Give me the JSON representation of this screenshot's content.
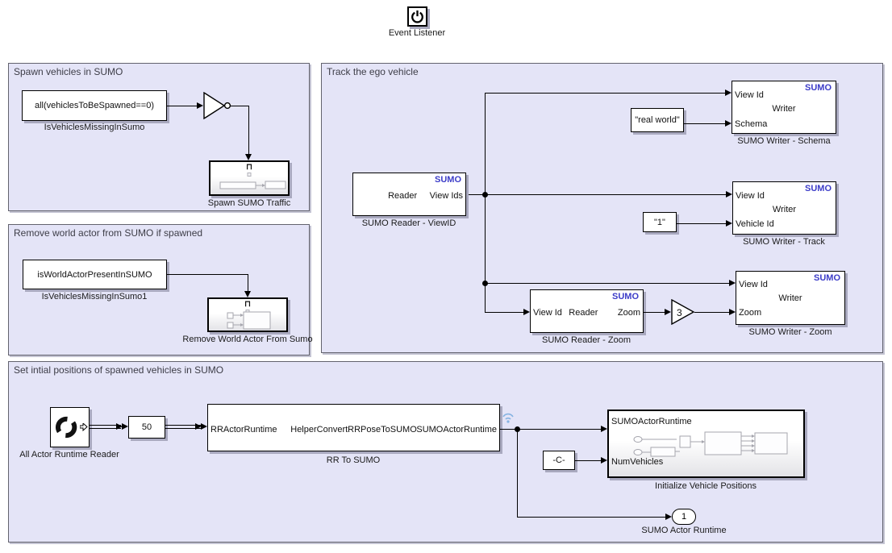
{
  "colors": {
    "section_bg": "#e4e4f7",
    "section_border": "#63636e",
    "sumo_blue": "#3c3cc8",
    "wire": "#000000",
    "block_bg": "#ffffff",
    "logging_badge_blue": "#86b3e2"
  },
  "event_listener": {
    "label": "Event Listener"
  },
  "sections": {
    "spawn": {
      "title": "Spawn vehicles in SUMO"
    },
    "remove": {
      "title": "Remove world actor from SUMO if spawned"
    },
    "track": {
      "title": "Track the ego vehicle"
    },
    "init": {
      "title": "Set intial positions of spawned vehicles in SUMO"
    }
  },
  "blocks": {
    "trigger_glyph": "⊓",
    "is_vehicles_missing": {
      "text": "all(vehiclesToBeSpawned==0)",
      "label": "IsVehiclesMissingInSumo"
    },
    "spawn_sumo_traffic": {
      "label": "Spawn SUMO Traffic"
    },
    "is_world_actor_present": {
      "text": "isWorldActorPresentInSUMO",
      "label": "IsVehiclesMissingInSumo1"
    },
    "remove_world_actor": {
      "label": "Remove World Actor From Sumo"
    },
    "sumo_reader_viewid": {
      "brand": "SUMO",
      "center": "Reader",
      "out": "View Ids",
      "label": "SUMO Reader - ViewID"
    },
    "real_world_const": {
      "text": "\"real world\""
    },
    "sumo_writer_schema": {
      "brand": "SUMO",
      "in_top": "View Id",
      "center": "Writer",
      "in_bottom": "Schema",
      "label": "SUMO Writer - Schema"
    },
    "one_const": {
      "text": "\"1\""
    },
    "sumo_writer_track": {
      "brand": "SUMO",
      "in_top": "View Id",
      "center": "Writer",
      "in_bottom": "Vehicle Id",
      "label": "SUMO Writer - Track"
    },
    "sumo_reader_zoom": {
      "brand": "SUMO",
      "in": "View Id",
      "center": "Reader",
      "out": "Zoom",
      "label": "SUMO Reader - Zoom"
    },
    "gain": {
      "value": "3"
    },
    "sumo_writer_zoom": {
      "brand": "SUMO",
      "in_top": "View Id",
      "center": "Writer",
      "in_bottom": "Zoom",
      "label": "SUMO Writer - Zoom"
    },
    "all_actor_runtime_reader": {
      "label": "All Actor Runtime Reader"
    },
    "rate_const": {
      "text": "50"
    },
    "rr_to_sumo": {
      "in": "RRActorRuntime",
      "center": "HelperConvertRRPoseToSUMO",
      "out": "SUMOActorRuntime",
      "label": "RR To SUMO"
    },
    "c_const": {
      "text": "-C-"
    },
    "init_vehicle_positions": {
      "in_top": "SUMOActorRuntime",
      "in_bottom": "NumVehicles",
      "label": "Initialize Vehicle Positions"
    },
    "sumo_actor_runtime_outport": {
      "port_number": "1",
      "label": "SUMO Actor Runtime"
    }
  }
}
